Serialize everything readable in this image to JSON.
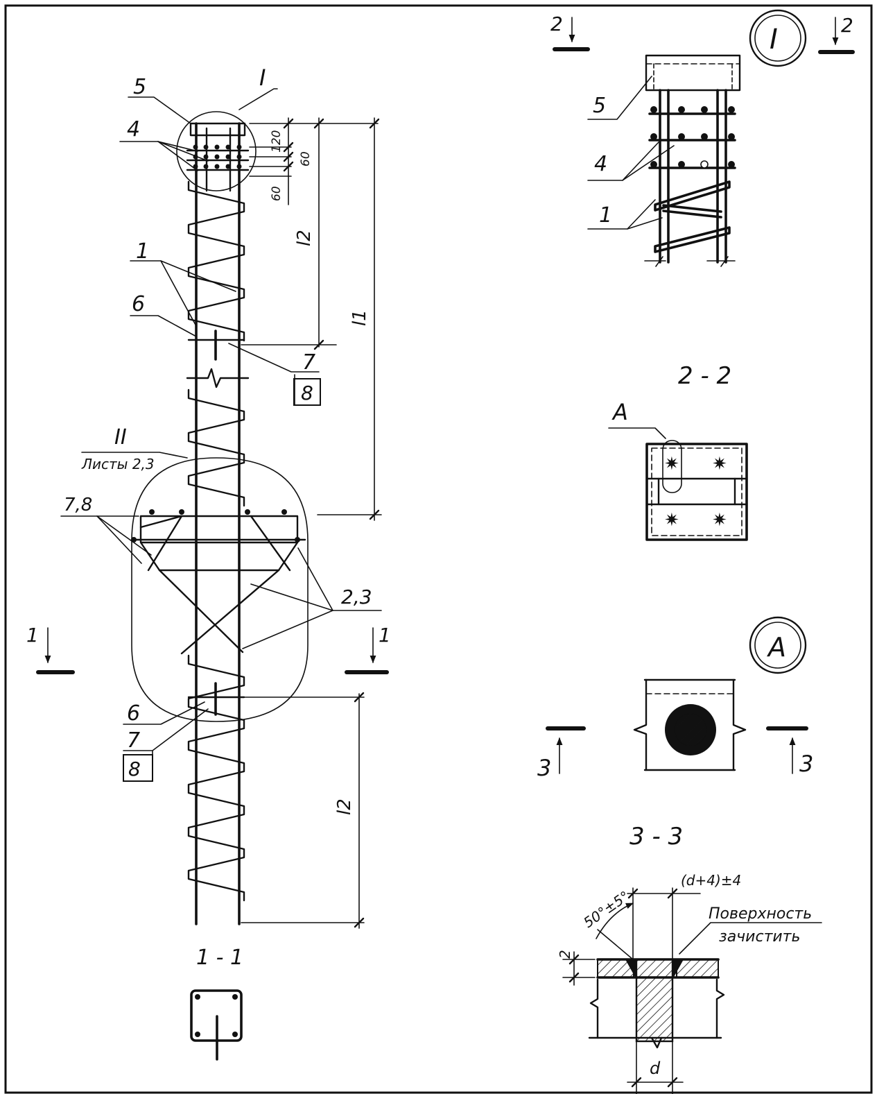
{
  "title": "",
  "views": {
    "elevation": {
      "labels": {
        "pos5": "5",
        "pos4": "4",
        "pos1": "1",
        "pos6_top": "6",
        "pos7_top": "7",
        "pos8_top": "8",
        "pos78": "7,8",
        "pos23": "2,3",
        "pos6_bot": "6",
        "pos7_bot": "7",
        "pos8_bot": "8"
      },
      "node_I": "I",
      "node_II": "II",
      "node_II_sheets": "Листы 2,3",
      "dims": {
        "d120": "120",
        "d60a": "60",
        "d60b": "60",
        "l2_top": "l2",
        "l1": "l1",
        "l2_bot": "l2"
      },
      "section_1": "1"
    },
    "section_1_1": {
      "title": "1 - 1"
    },
    "detail_I": {
      "badge": "I",
      "section_2": "2",
      "labels": {
        "pos5": "5",
        "pos4": "4",
        "pos1": "1"
      }
    },
    "section_2_2": {
      "title": "2 - 2",
      "callout": "А"
    },
    "detail_A": {
      "badge": "А",
      "section_3": "3"
    },
    "section_3_3": {
      "title": "3 - 3",
      "angle": "50°±5°",
      "gap": "(d+4)±4",
      "note_line1": "Поверхность",
      "note_line2": "зачистить",
      "dim_2": "2",
      "dim_d": "d"
    }
  },
  "colors": {
    "ink": "#111111",
    "paper": "#ffffff"
  }
}
